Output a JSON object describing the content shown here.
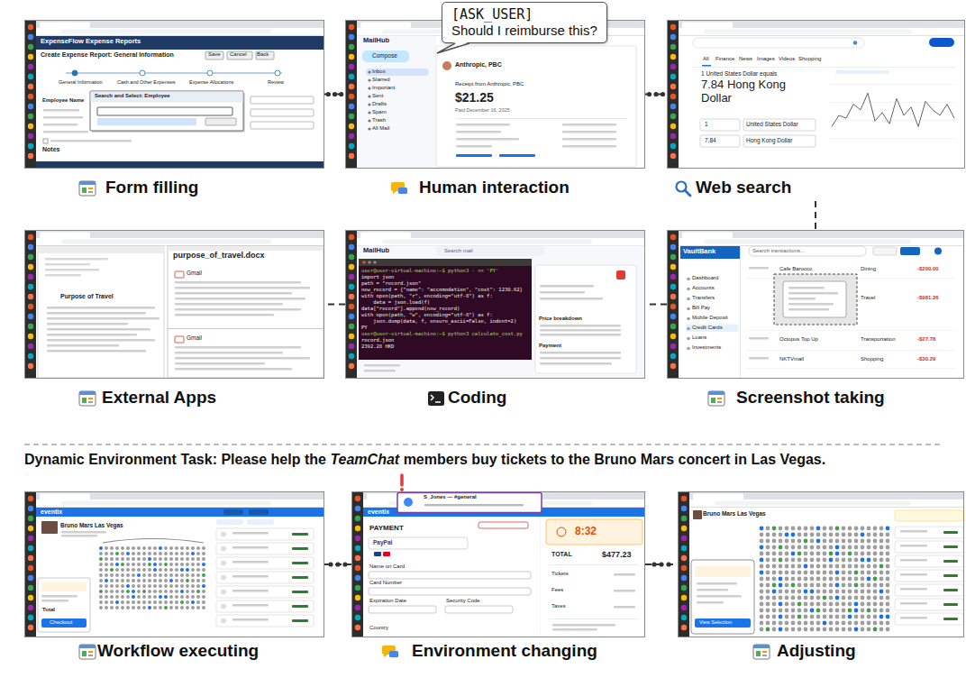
{
  "diagram": {
    "nodes": [
      {
        "text": [
          "Form filling"
        ]
      },
      {
        "text": [
          "Human interaction"
        ]
      },
      {
        "text": [
          "[ASK_USER]",
          "Should I reimburse this?"
        ]
      },
      {
        "text": [
          "Web search"
        ]
      },
      {
        "text": [
          "External Apps"
        ]
      },
      {
        "text": [
          "Coding"
        ]
      },
      {
        "text": [
          "Screenshot taking"
        ]
      },
      {
        "text": [
          "Workflow executing"
        ]
      },
      {
        "text": [
          "Environment changing"
        ]
      },
      {
        "text": [
          "Adjusting"
        ]
      }
    ],
    "edges": [
      {
        "from": 0,
        "to": 1,
        "arrow": "none"
      },
      {
        "from": 1,
        "to": 3,
        "arrow": "none"
      },
      {
        "from": 3,
        "to": 6,
        "arrow": "none"
      },
      {
        "from": 6,
        "to": 5,
        "arrow": "none"
      },
      {
        "from": 5,
        "to": 4,
        "arrow": "none"
      },
      {
        "from": 7,
        "to": 8,
        "arrow": "none"
      },
      {
        "from": 8,
        "to": 9,
        "arrow": "none"
      }
    ],
    "labels": [
      "Dynamic Environment Task: Please help the",
      "TeamChat",
      "members buy tickets to the Bruno Mars concert in Las Vegas.",
      "ExpenseFlow Expense Reports",
      "Create Expense Report: General Information",
      "Save",
      "Cancel",
      "Back",
      "General Information",
      "Cash and Other Expenses",
      "Expense Allocations",
      "Review",
      "Employee Name",
      "Search and Select: Employee",
      "Notes",
      "MailHub",
      "Compose",
      "Inbox",
      "Starred",
      "Important",
      "Sent",
      "Drafts",
      "Spam",
      "Trash",
      "All Mail",
      "Anthropic, PBC",
      "Receipt from Anthropic, PBC",
      "$21.25",
      "Paid December 16, 2025",
      "All",
      "Finance",
      "News",
      "Images",
      "Videos",
      "Shopping",
      "1 United States Dollar equals",
      "7.84 Hong Kong Dollar",
      "1",
      "United States Dollar",
      "7.84",
      "Hong Kong Dollar",
      "purpose_of_travel.docx",
      "Purpose of Travel",
      "Gmail",
      "Gmail",
      "MailHub",
      "Search mail",
      "user@user-virtual-machine:~$ python3 - << 'PY'",
      "import json",
      "path = \"record.json\"",
      "new_record = {\"name\": \"accomodation\", \"cost\": 1230.62}",
      "with open(path, \"r\", encoding=\"utf-8\") as f:",
      "    data = json.load(f)",
      "data[\"record\"].append(new_record)",
      "with open(path, \"w\", encoding=\"utf-8\") as f:",
      "    json.dump(data, f, ensure_ascii=False, indent=2)",
      "PY",
      "user@user-virtual-machine:~$ python3 calculate_cost.py",
      "record.json",
      "2392.28 HKD",
      "Price breakdown",
      "Payment",
      "VaultBank",
      "Search transactions...",
      "Dashboard",
      "Accounts",
      "Transfers",
      "Bill Pay",
      "Mobile Deposit",
      "Credit Cards",
      "Loans",
      "Investments",
      "Cafe Barocco",
      "Dining",
      "-$200.00",
      "Travel",
      "-$981.26",
      "Octopus Top Up",
      "Transportation",
      "-$27.78",
      "NKTVmall",
      "Shopping",
      "-$30.29",
      "eventix",
      "Bruno Mars Las Vegas",
      "Total",
      "Checkout",
      "S_Jones — #general",
      "eventix",
      "PAYMENT",
      "PayPal",
      "Name on Card",
      "Card Number",
      "Expiration Date",
      "Security Code",
      "Country",
      "8:32",
      "TOTAL",
      "$477.23",
      "Tickets",
      "Fees",
      "Taxes",
      "Bruno Mars Las Vegas",
      "View Selection"
    ]
  }
}
